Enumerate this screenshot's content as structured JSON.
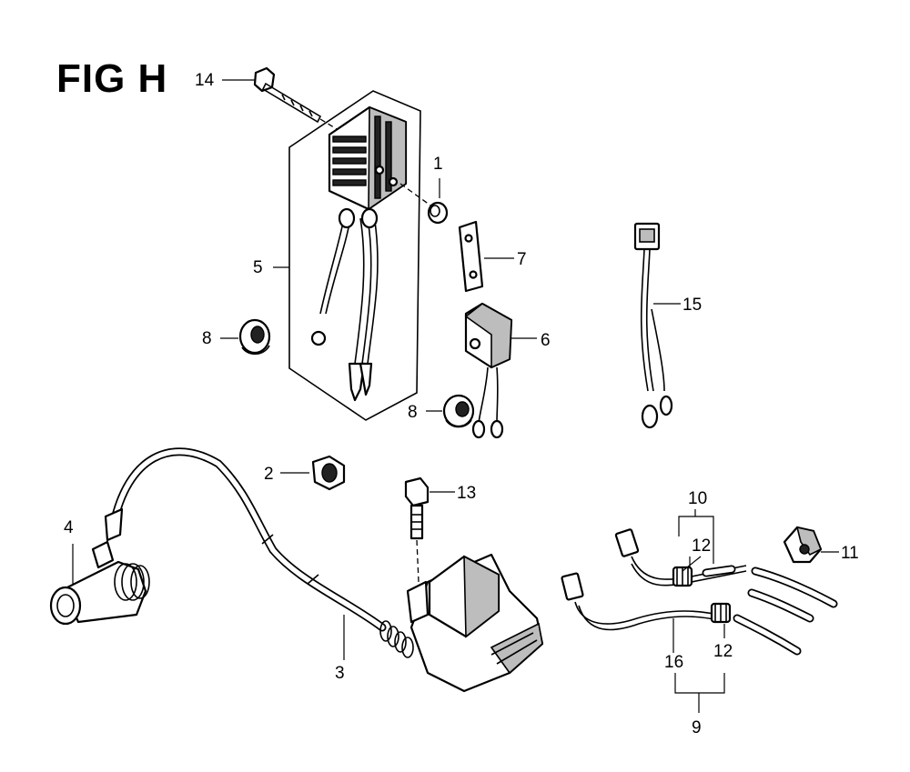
{
  "figure": {
    "title": "FIG H"
  },
  "callouts": {
    "c1": "1",
    "c2": "2",
    "c3": "3",
    "c4": "4",
    "c5": "5",
    "c6": "6",
    "c7": "7",
    "c8a": "8",
    "c8b": "8",
    "c9": "9",
    "c10": "10",
    "c11": "11",
    "c12a": "12",
    "c12b": "12",
    "c13": "13",
    "c14": "14",
    "c15": "15",
    "c16": "16"
  }
}
